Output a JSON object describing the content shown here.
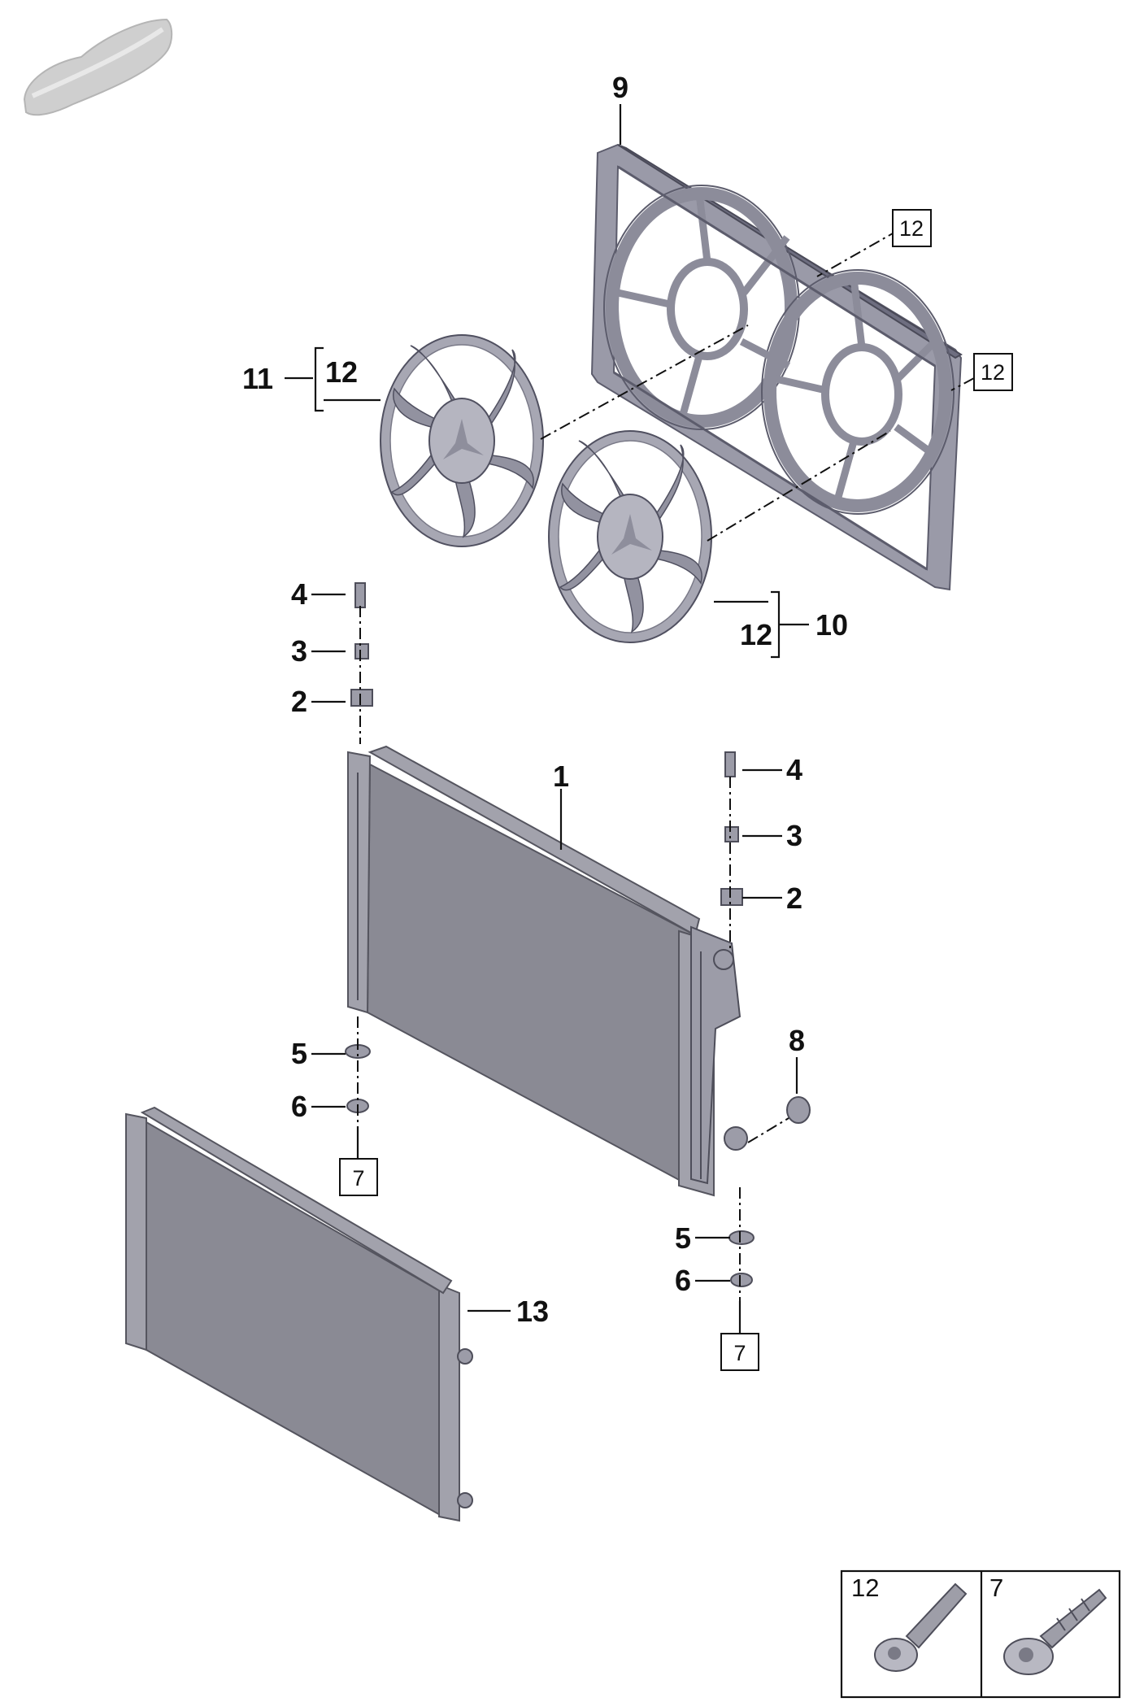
{
  "diagram": {
    "callouts": {
      "c1": "1",
      "c2a": "2",
      "c2b": "2",
      "c3a": "3",
      "c3b": "3",
      "c4a": "4",
      "c4b": "4",
      "c5a": "5",
      "c5b": "5",
      "c6a": "6",
      "c6b": "6",
      "c8": "8",
      "c9": "9",
      "c10": "10",
      "c11": "11",
      "c12a": "12",
      "c12b": "12",
      "c13": "13"
    },
    "boxed": {
      "b12a": "12",
      "b12b": "12",
      "b7a": "7",
      "b7b": "7"
    },
    "legend": {
      "left_num": "12",
      "right_num": "7"
    }
  },
  "icons": {
    "vehicle": "car-silhouette-icon",
    "bolt": "flange-bolt-icon",
    "screw": "self-tapping-screw-icon"
  },
  "colors": {
    "part_fill": "#9a9aa8",
    "line": "#111111"
  }
}
